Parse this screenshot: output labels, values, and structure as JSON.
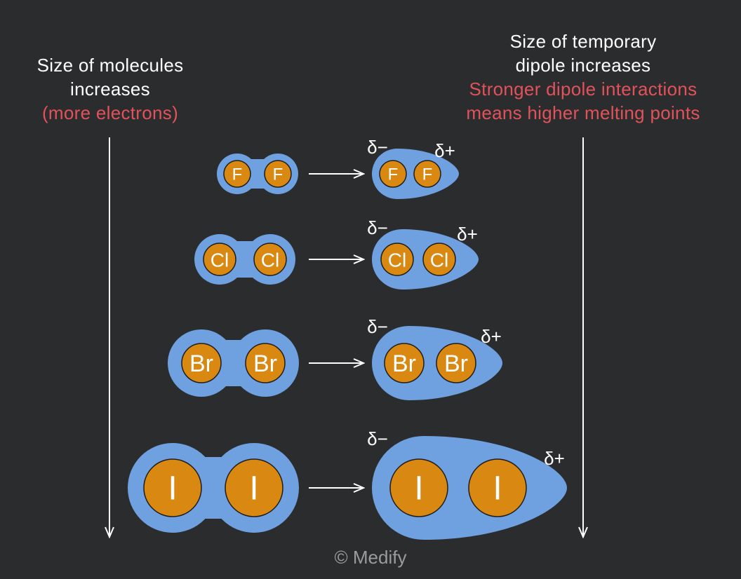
{
  "colors": {
    "background": "#2b2c2e",
    "cloud": "#6fa0e0",
    "atom": "#d98812",
    "highlight": "#e2525a",
    "text": "#ffffff",
    "credit": "#9b9b9b"
  },
  "left_heading": {
    "line1": "Size of molecules",
    "line2": "increases",
    "note": "(more electrons)"
  },
  "right_heading": {
    "line1": "Size of temporary",
    "line2": "dipole increases",
    "note1": "Stronger dipole interactions",
    "note2": "means higher melting points"
  },
  "partial_charges": {
    "negative": "δ−",
    "positive": "δ+"
  },
  "molecules": [
    {
      "element": "F",
      "left_atom": "F",
      "right_atom": "F"
    },
    {
      "element": "Cl",
      "left_atom": "Cl",
      "right_atom": "Cl"
    },
    {
      "element": "Br",
      "left_atom": "Br",
      "right_atom": "Br"
    },
    {
      "element": "I",
      "left_atom": "I",
      "right_atom": "I"
    }
  ],
  "credit": "© Medify"
}
